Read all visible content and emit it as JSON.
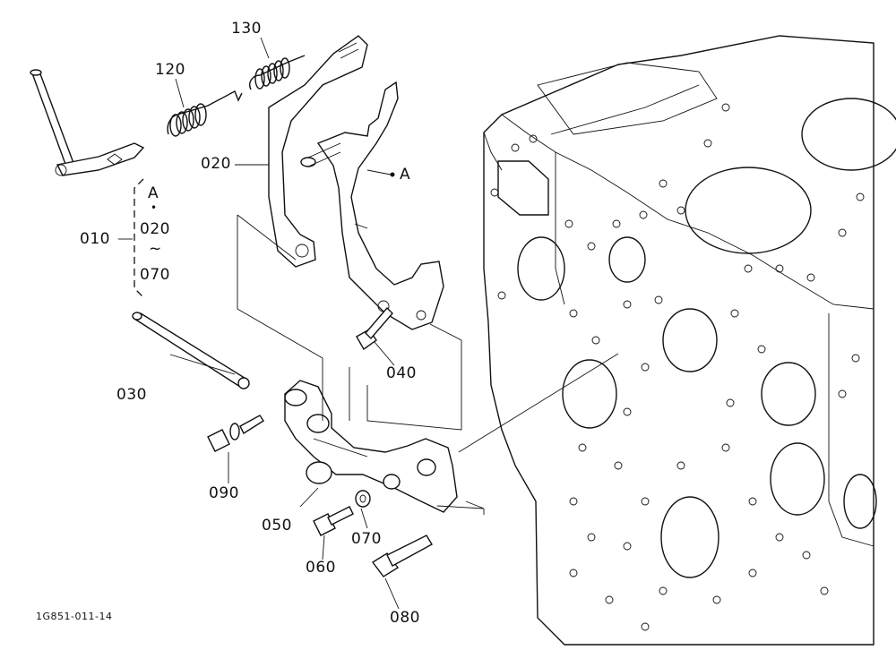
{
  "diagram_id": "1G851-011-14",
  "callouts": {
    "p130": "130",
    "p120": "120",
    "p020": "020",
    "pA": "A",
    "p010": "010",
    "p030": "030",
    "p040": "040",
    "p090": "090",
    "p050": "050",
    "p070": "070",
    "p060": "060",
    "p080": "080"
  },
  "group_bracket": {
    "top": "A",
    "dot": "•",
    "from": "020",
    "tilde": "~",
    "to": "070"
  }
}
